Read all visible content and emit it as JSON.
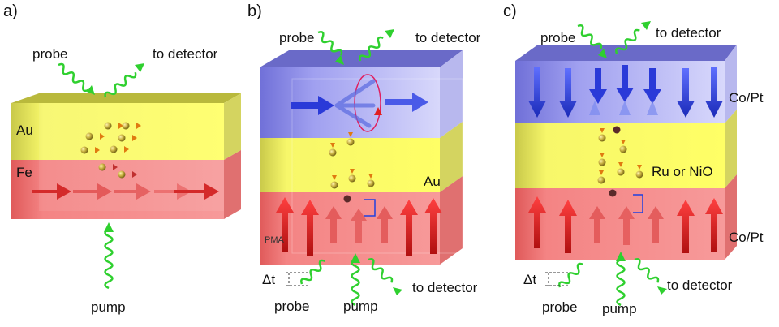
{
  "panels": [
    {
      "id": "a",
      "label": "a)",
      "probe": "probe",
      "to_detector": "to detector",
      "pump": "pump",
      "layer_top": "Au",
      "layer_bottom": "Fe"
    },
    {
      "id": "b",
      "label": "b)",
      "probe_top": "probe",
      "to_detector_top": "to detector",
      "layer_mid": "Au",
      "pma": "PMA",
      "delta_t": "Δt",
      "probe_bottom": "probe",
      "pump": "pump",
      "to_detector_bottom": "to detector"
    },
    {
      "id": "c",
      "label": "c)",
      "probe_top": "probe",
      "to_detector_top": "to detector",
      "layer_top": "Co/Pt",
      "layer_mid": "Ru or NiO",
      "layer_bottom": "Co/Pt",
      "delta_t": "Δt",
      "probe_bottom": "probe",
      "pump": "pump",
      "to_detector_bottom": "to detector"
    }
  ],
  "colors": {
    "gold": "#f2f24a",
    "red": "#f07070",
    "blue": "#8a8ae8",
    "wave": "#2fd02f",
    "arrow_red": "#e02020",
    "arrow_blue": "#2a3ad8",
    "spin_orange": "#e07a10",
    "particle": "#b09a3a"
  }
}
